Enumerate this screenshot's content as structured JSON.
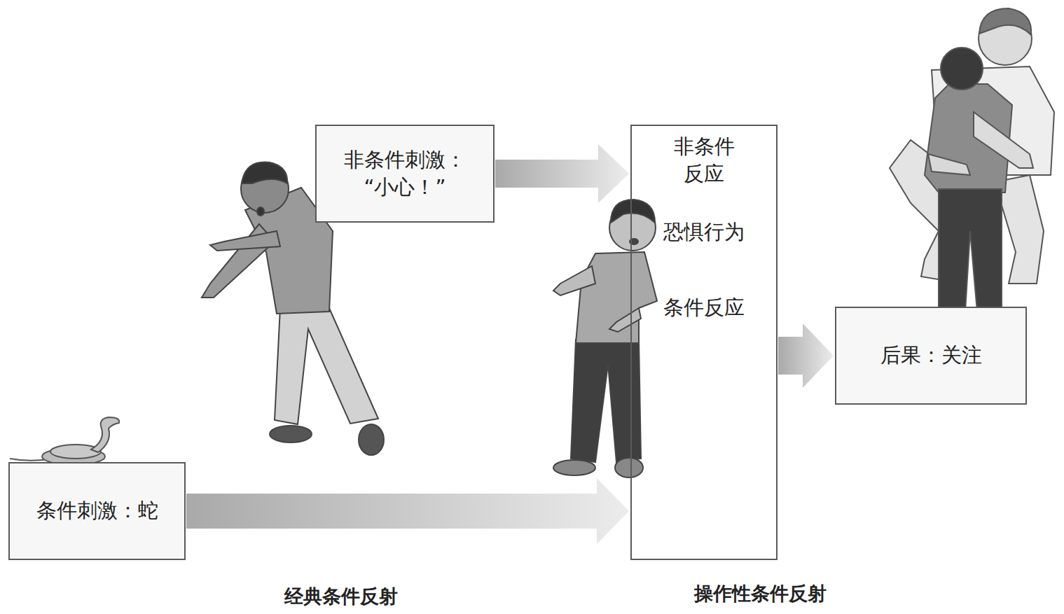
{
  "diagram": {
    "nodes": [
      {
        "text": [
          "非条件刺激： “小心！”"
        ]
      },
      {
        "text": [
          "条件刺激：蛇"
        ]
      },
      {
        "text": [
          "非条件 反应",
          "恐惧行为",
          "条件反应"
        ]
      },
      {
        "text": [
          "后果：关注"
        ]
      }
    ],
    "edges": [
      {
        "from": 0,
        "to": 2,
        "arrow": "to"
      },
      {
        "from": 1,
        "to": 2,
        "arrow": "to"
      },
      {
        "from": 2,
        "to": 3,
        "arrow": "to"
      }
    ],
    "labels": [
      "经典条件反射",
      "操作性条件反射"
    ]
  }
}
